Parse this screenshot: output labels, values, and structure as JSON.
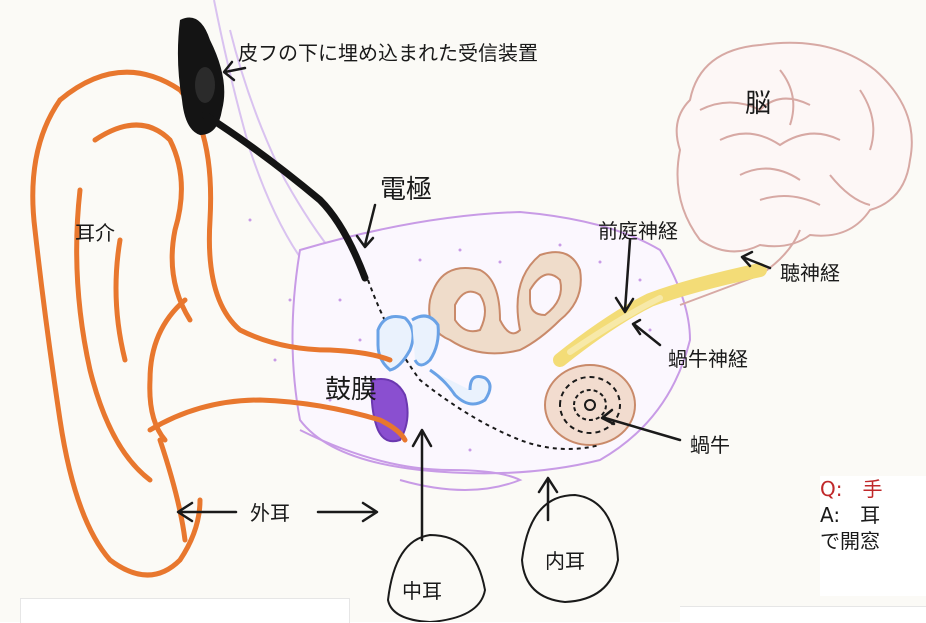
{
  "labels": {
    "receiver": "皮フの下に埋め込まれた受信装置",
    "electrode": "電極",
    "auricle": "耳介",
    "brain": "脳",
    "vestibular_nerve": "前庭神経",
    "auditory_nerve": "聴神経",
    "cochlear_nerve": "蝸牛神経",
    "eardrum": "鼓膜",
    "cochlea": "蝸牛",
    "outer_ear": "外耳",
    "middle_ear": "中耳",
    "inner_ear": "内耳"
  },
  "qa": {
    "q": "Q:　手",
    "a1": "A:　耳",
    "a2": "で開窓"
  },
  "colors": {
    "ear_outline": "#e8772e",
    "receiver": "#141414",
    "skin_region": "#c89be6",
    "inner_ear_fill": "#e9c9b2",
    "nerve_yellow": "#f3dc77",
    "ossicles": "#6aa2e6",
    "eardrum": "#8a4fd0",
    "brain_outline": "#d7a9a4",
    "question_red": "#c0282a"
  }
}
